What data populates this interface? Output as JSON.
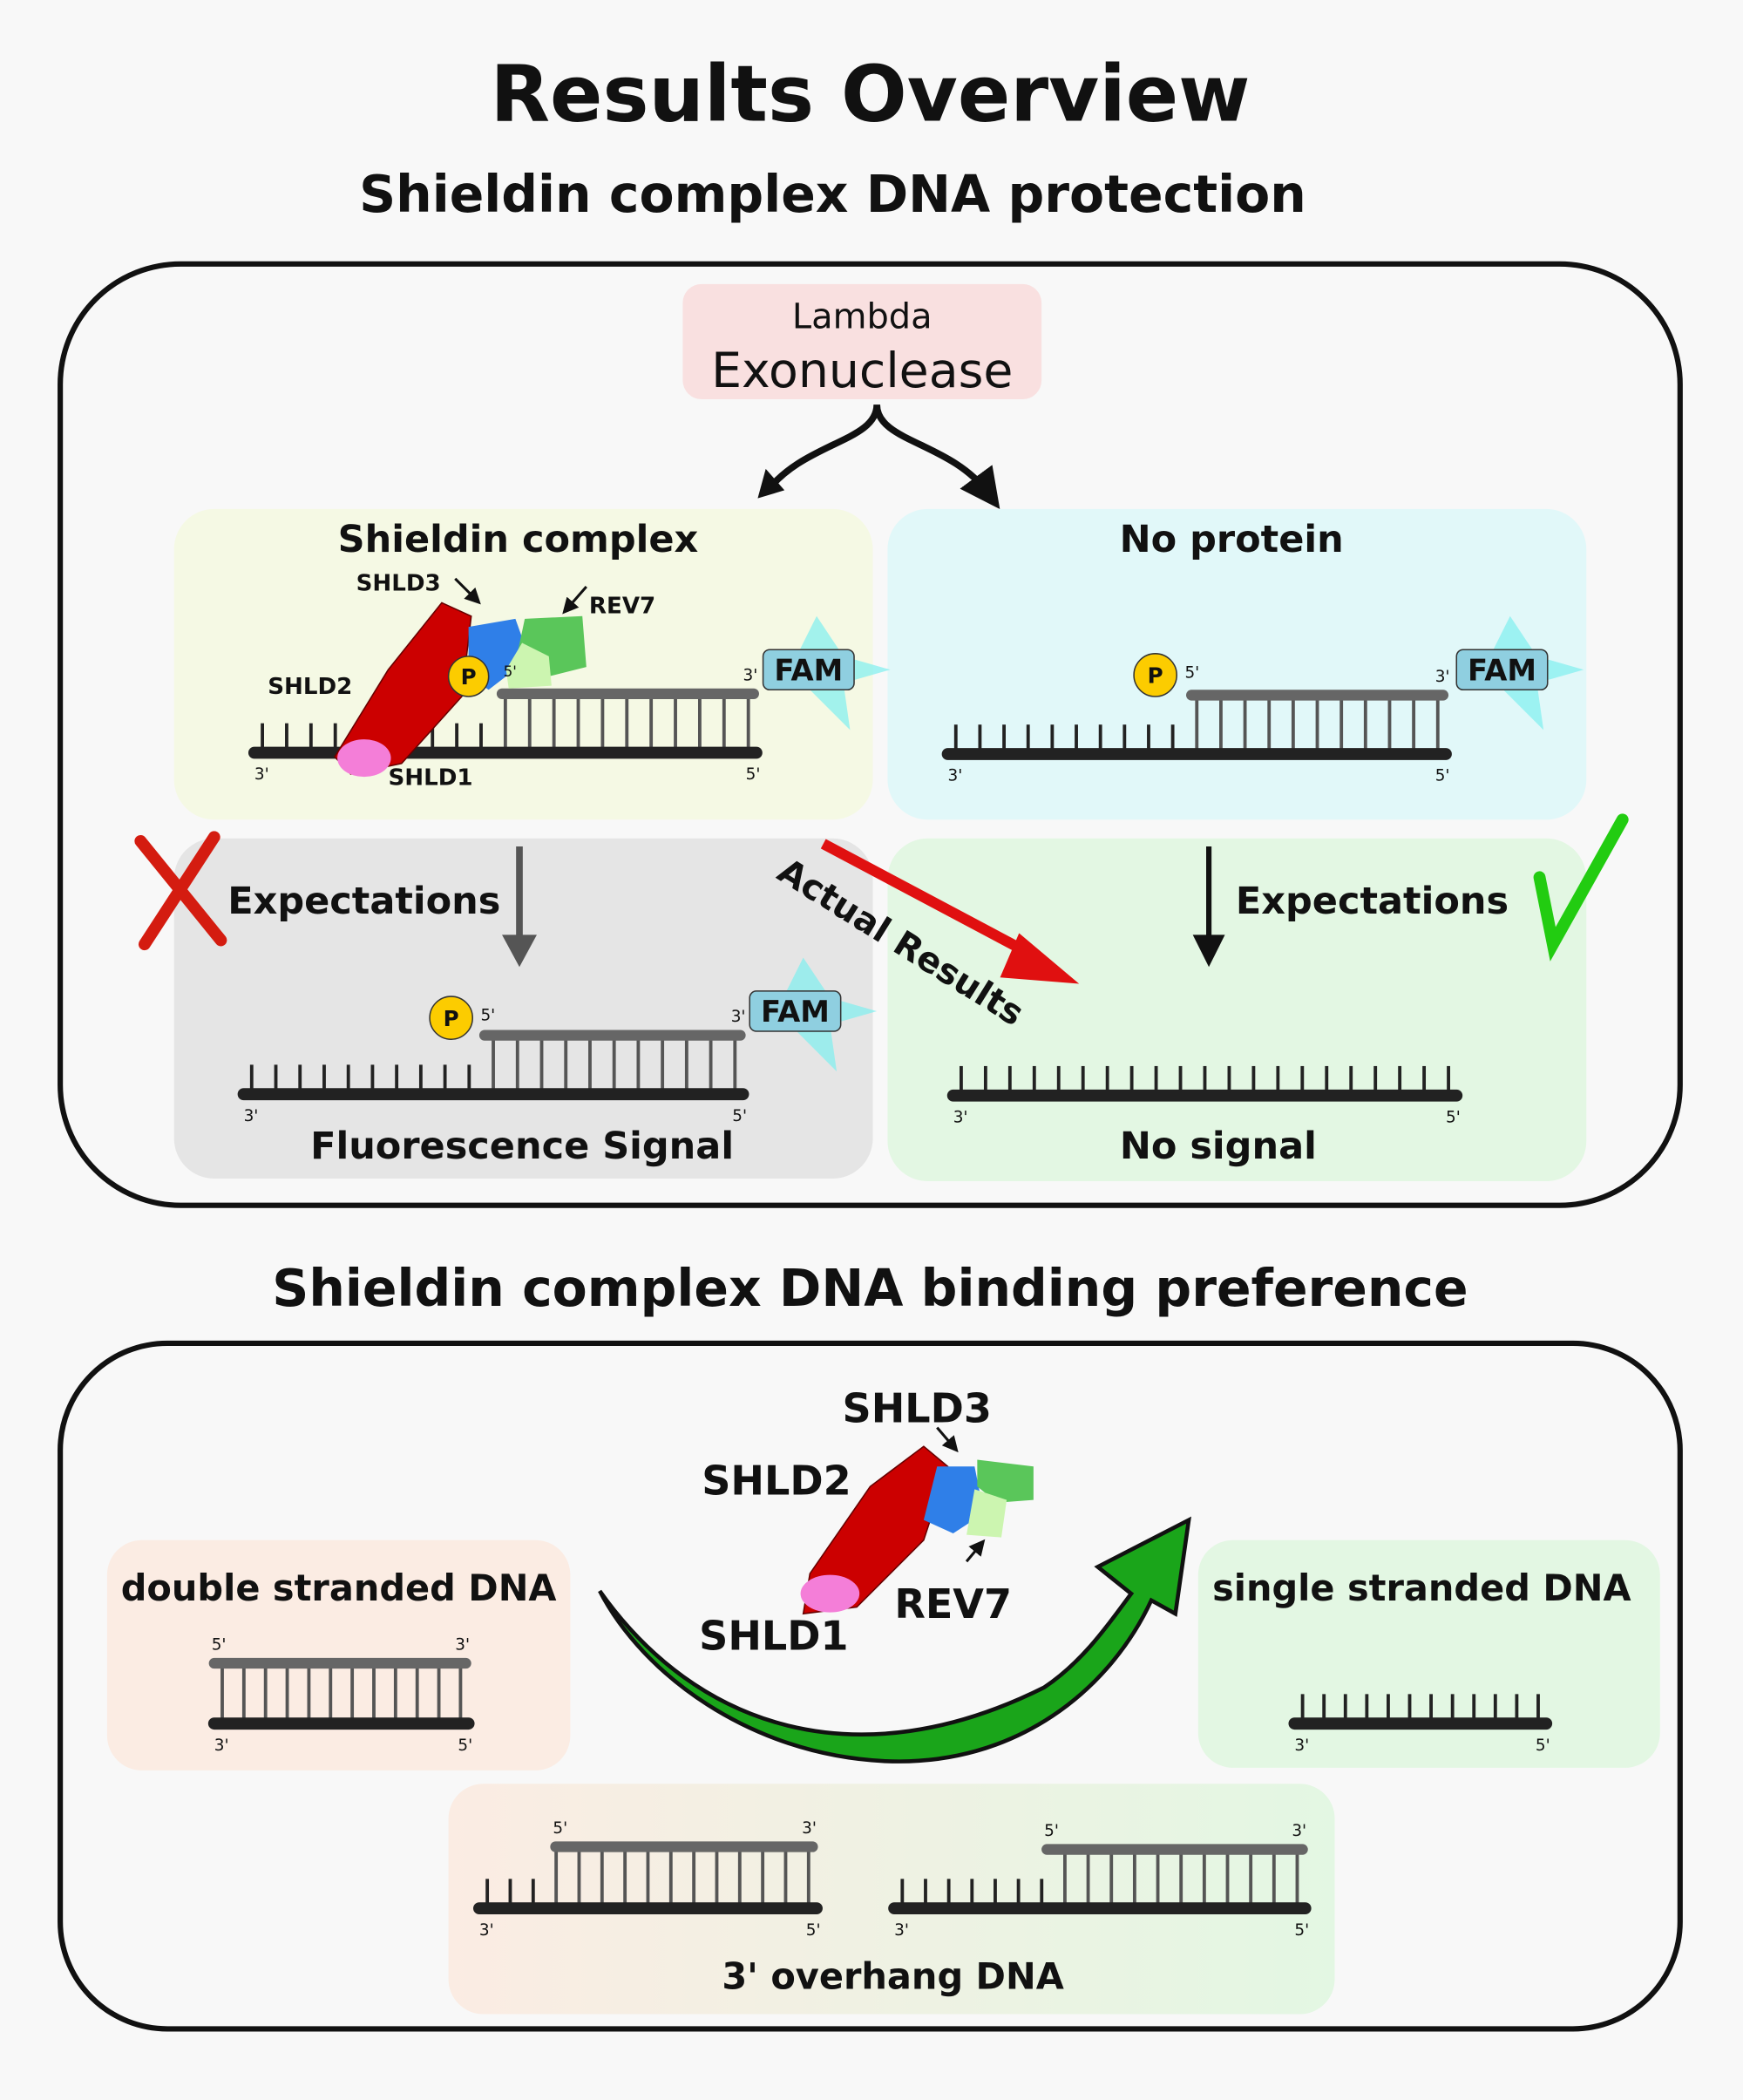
{
  "title": "Results Overview",
  "section1": {
    "heading": "Shieldin complex DNA protection",
    "enzyme": {
      "line1": "Lambda",
      "line2": "Exonuclease",
      "color": "#f9e0e0"
    },
    "panel_shieldin": {
      "label": "Shieldin complex",
      "proteins": {
        "shld1": "SHLD1",
        "shld2": "SHLD2",
        "shld3": "SHLD3",
        "rev7": "REV7"
      },
      "phosphate": "P",
      "fam": "FAM",
      "end3": "3'",
      "end5": "5'"
    },
    "panel_noprotein": {
      "label": "No protein",
      "phosphate": "P",
      "fam": "FAM",
      "end3": "3'",
      "end5": "5'"
    },
    "panel_fluorescence": {
      "expectations": "Expectations",
      "label": "Fluorescence Signal",
      "phosphate": "P",
      "fam": "FAM",
      "end3": "3'",
      "end5": "5'",
      "mark": "cross-icon"
    },
    "panel_nosignal": {
      "expectations": "Expectations",
      "label": "No signal",
      "end3": "3'",
      "end5": "5'",
      "mark": "check-icon"
    },
    "actual_results": "Actual Results"
  },
  "section2": {
    "heading": "Shieldin complex DNA binding preference",
    "dsdna": {
      "label": "double stranded DNA",
      "end3": "3'",
      "end5": "5'"
    },
    "ssdna": {
      "label": "single stranded DNA",
      "end3": "3'",
      "end5": "5'"
    },
    "overhang": {
      "label": "3' overhang DNA",
      "end3": "3'",
      "end5": "5'"
    },
    "proteins": {
      "shld1": "SHLD1",
      "shld2": "SHLD2",
      "shld3": "SHLD3",
      "rev7": "REV7"
    }
  },
  "colors": {
    "shld2": "#cc0000",
    "shld1": "#f47ed8",
    "shld3": "#2f7fe8",
    "rev7_dark": "#5ac65a",
    "rev7_light": "#ccf5b0",
    "phosphate": "#fccc00",
    "fam": "#8fcfe0",
    "glow": "#7ff0f0",
    "cross": "#d41c10",
    "check": "#22cc11",
    "red_arrow": "#e01010",
    "green_arrow": "#1aa51a"
  }
}
